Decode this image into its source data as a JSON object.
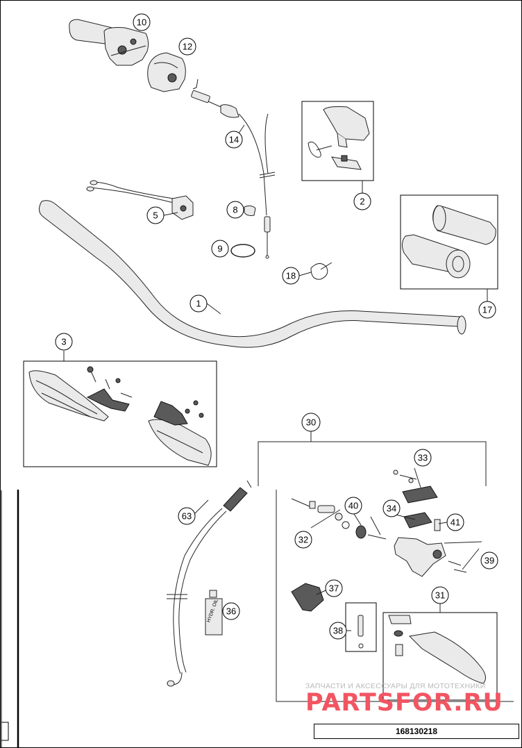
{
  "diagram": {
    "callouts": [
      {
        "id": "part-10",
        "number": "10"
      },
      {
        "id": "part-12",
        "number": "12"
      },
      {
        "id": "part-14",
        "number": "14"
      },
      {
        "id": "part-2",
        "number": "2"
      },
      {
        "id": "part-5",
        "number": "5"
      },
      {
        "id": "part-8",
        "number": "8"
      },
      {
        "id": "part-9",
        "number": "9"
      },
      {
        "id": "part-18",
        "number": "18"
      },
      {
        "id": "part-1",
        "number": "1"
      },
      {
        "id": "part-17",
        "number": "17"
      },
      {
        "id": "part-3",
        "number": "3"
      },
      {
        "id": "part-30",
        "number": "30"
      },
      {
        "id": "part-33",
        "number": "33"
      },
      {
        "id": "part-40",
        "number": "40"
      },
      {
        "id": "part-34",
        "number": "34"
      },
      {
        "id": "part-41",
        "number": "41"
      },
      {
        "id": "part-63",
        "number": "63"
      },
      {
        "id": "part-32",
        "number": "32"
      },
      {
        "id": "part-39",
        "number": "39"
      },
      {
        "id": "part-37",
        "number": "37"
      },
      {
        "id": "part-31",
        "number": "31"
      },
      {
        "id": "part-36",
        "number": "36"
      },
      {
        "id": "part-38",
        "number": "38"
      }
    ],
    "bottle_label": "HYDR. OIL",
    "drawing_number": "168130218"
  },
  "watermark": {
    "tagline": "ЗАПЧАСТИ И АКСЕССУАРЫ ДЛЯ МОТОТЕХНИКИ",
    "brand": "PARTSFOR.RU"
  }
}
